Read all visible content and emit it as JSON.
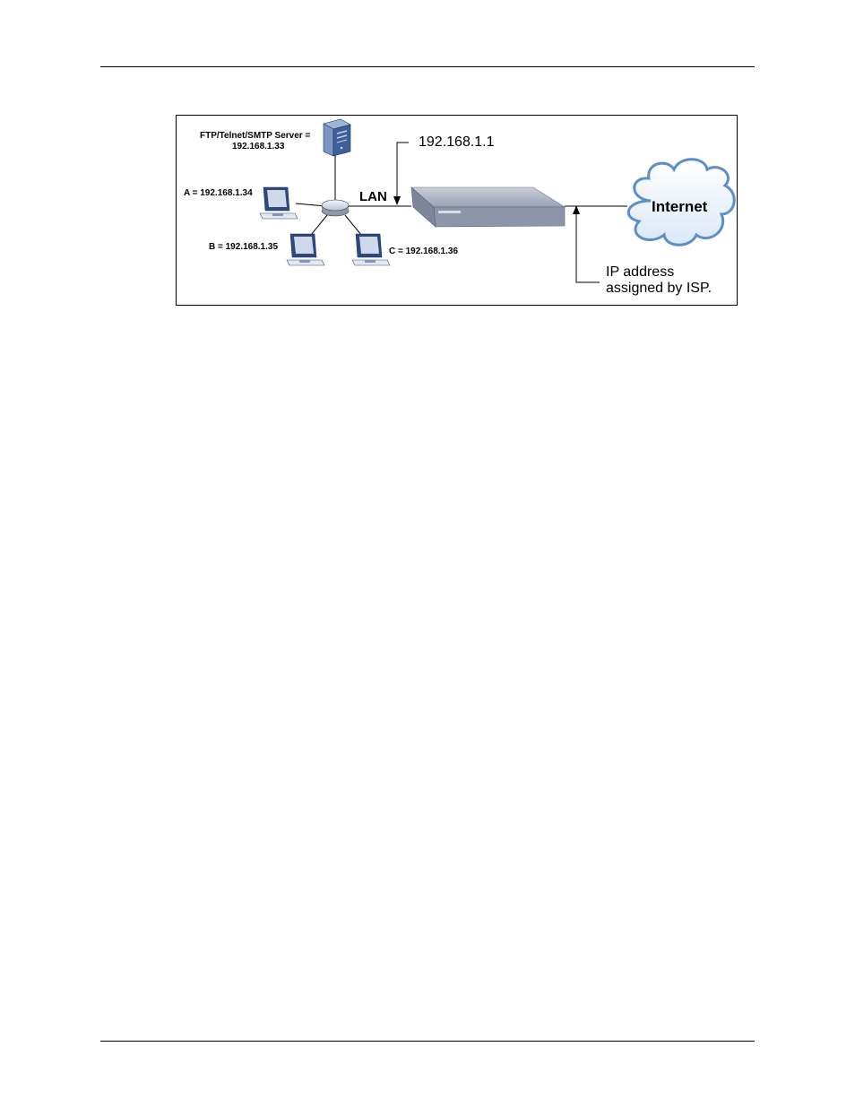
{
  "page": {
    "figure": {
      "server_label_line1": "FTP/Telnet/SMTP Server =",
      "server_label_line2": "192.168.1.33",
      "pc_a_label": "A = 192.168.1.34",
      "pc_b_label": "B = 192.168.1.35",
      "pc_c_label": "C = 192.168.1.36",
      "lan_label": "LAN",
      "router_ip_label": "192.168.1.1",
      "internet_label": "Internet",
      "isp_label_line1": "IP address",
      "isp_label_line2": "assigned by ISP."
    }
  },
  "colors": {
    "device_blue": "#4a6fa5",
    "cloud_blue": "#6a9bd1",
    "router_gray": "#a9b0bf"
  },
  "icons": [
    "server-icon",
    "computer-icon",
    "hub-icon",
    "router-icon",
    "cloud-icon",
    "arrow-icon"
  ]
}
